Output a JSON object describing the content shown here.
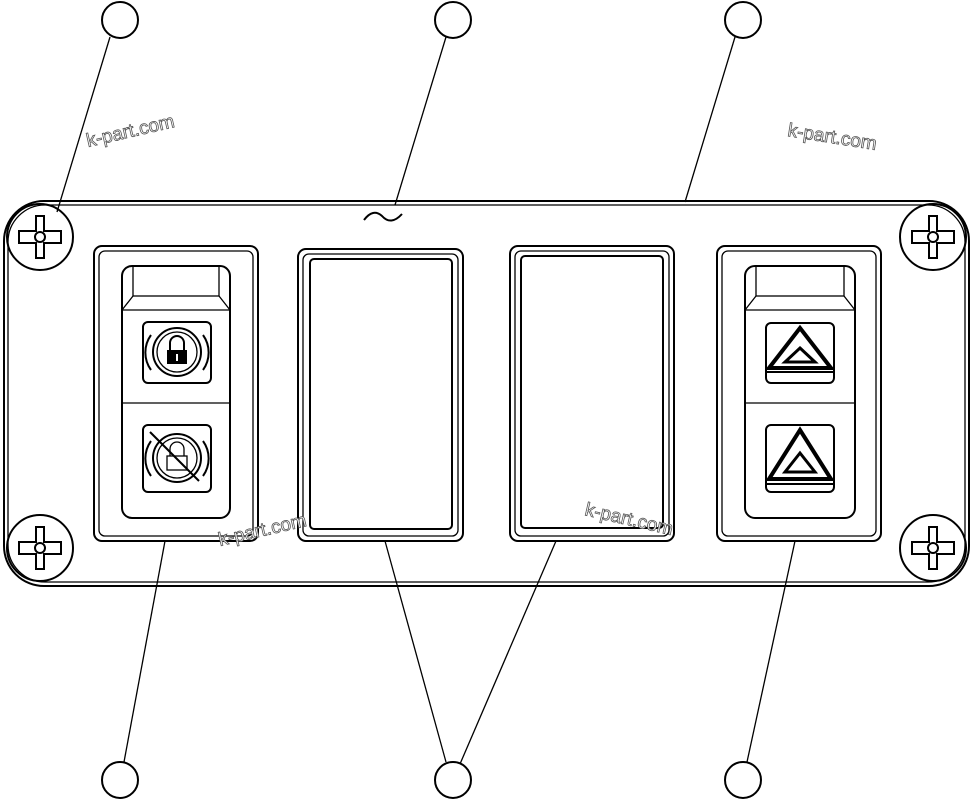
{
  "watermark": "k-part.com",
  "watermarks": [
    "k-part.com",
    "k-part.com",
    "k-part.com",
    "k-part.com"
  ],
  "callouts": {
    "top": [
      "",
      "",
      ""
    ],
    "bottom": [
      "",
      "",
      ""
    ]
  },
  "switches": [
    {
      "type": "rocker",
      "icons": [
        "parking-brake-lock-icon",
        "parking-brake-release-icon"
      ]
    },
    {
      "type": "blank"
    },
    {
      "type": "blank"
    },
    {
      "type": "rocker",
      "icons": [
        "hazard-warning-icon",
        "hazard-warning-icon"
      ]
    }
  ],
  "colors": {
    "line": "#000000",
    "background": "#ffffff"
  }
}
